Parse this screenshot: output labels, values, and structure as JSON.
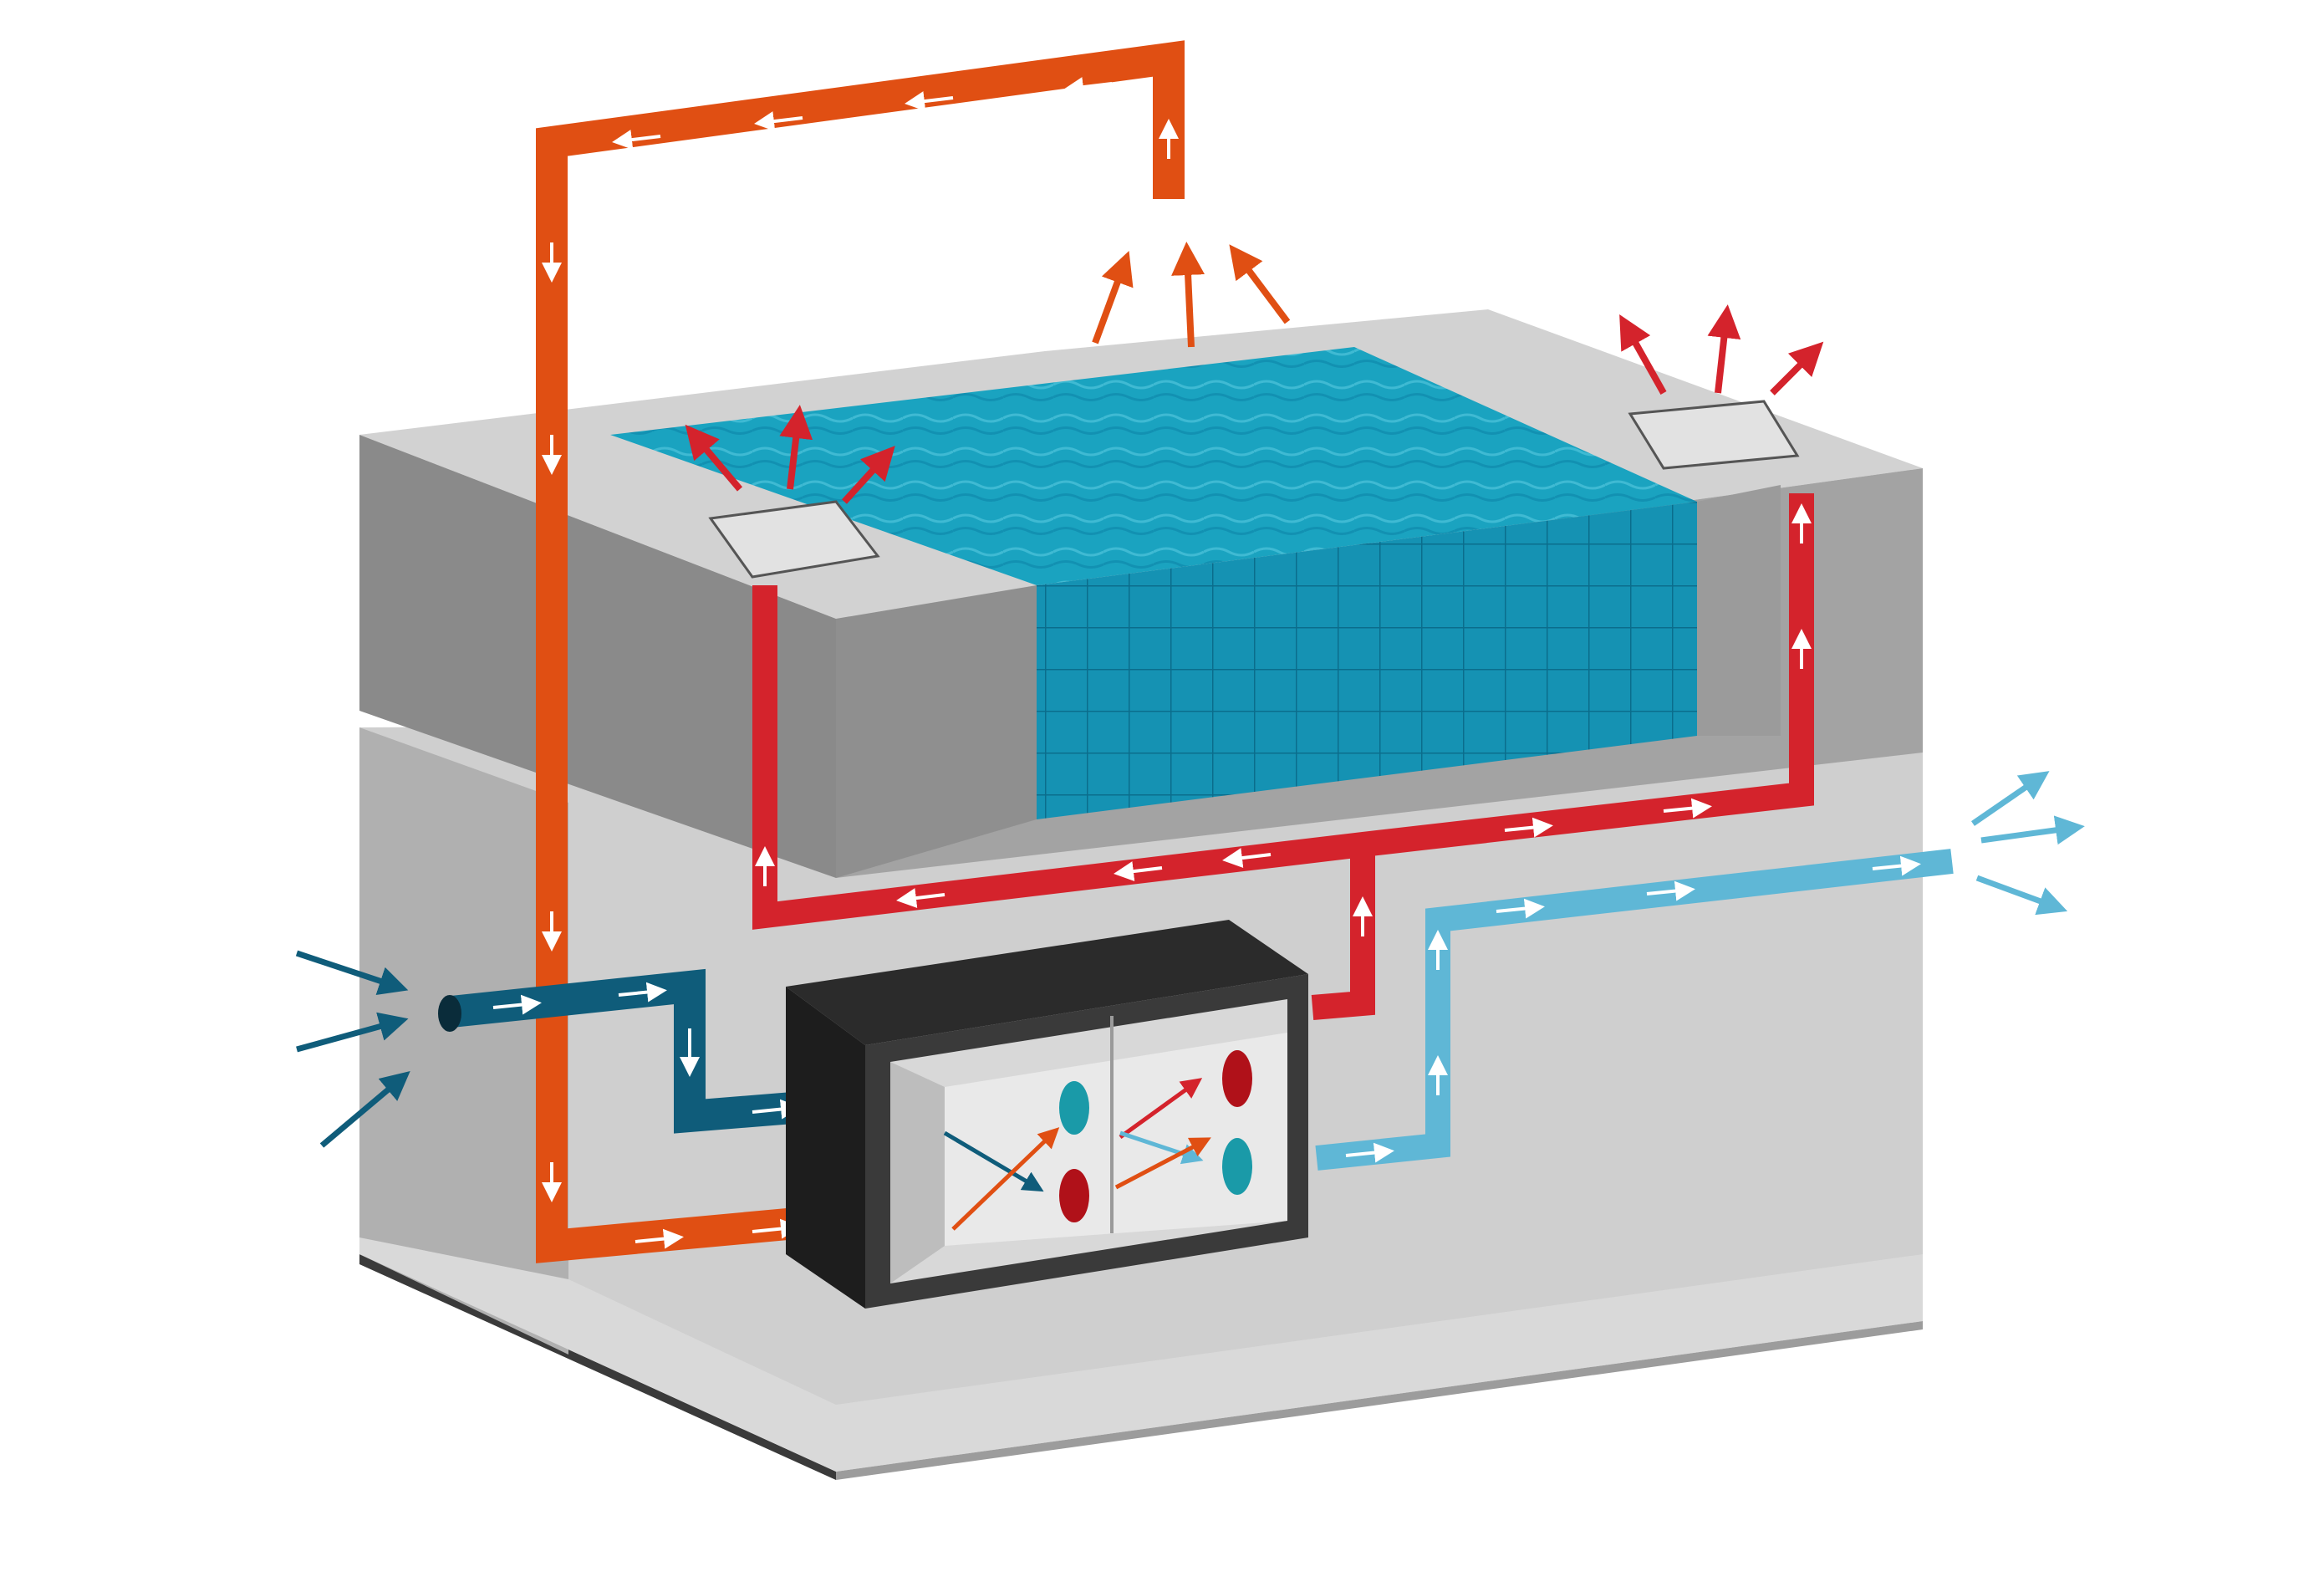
{
  "diagram": {
    "kind": "pool-ventilation-heat-recovery",
    "labels": [],
    "colors": {
      "background": "#ffffff",
      "concrete_light": "#c9c9c9",
      "concrete_mid": "#9a9a9a",
      "concrete_dark": "#6f6f6f",
      "pool_water": "#1aa3c0",
      "pool_water_deep": "#0f7fa0",
      "exhaust_duct": "#e04f13",
      "supply_duct": "#d4232c",
      "intake_duct": "#0f5c7a",
      "discharge_duct": "#5fb7d6",
      "unit_housing": "#2b2b2b",
      "arrow_white": "#ffffff"
    },
    "flows": [
      {
        "name": "outdoor-air-intake",
        "color": "intake_duct"
      },
      {
        "name": "supply-air-to-pool-hall",
        "color": "supply_duct"
      },
      {
        "name": "extract-air-from-pool-hall",
        "color": "exhaust_duct"
      },
      {
        "name": "exhaust-air-to-outside",
        "color": "discharge_duct"
      }
    ],
    "icons": [
      "heat-exchanger-icon",
      "flow-arrow-icon"
    ]
  }
}
